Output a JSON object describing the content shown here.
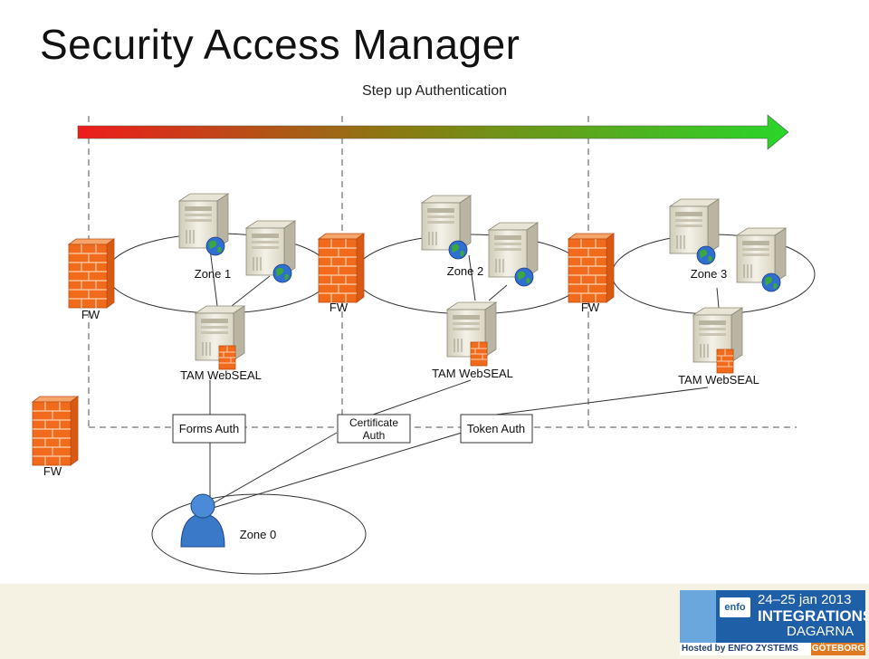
{
  "slide": {
    "title": "Security Access Manager"
  },
  "diagram": {
    "arrow_label": "Step up Authentication",
    "zones": [
      {
        "label": "Zone 1"
      },
      {
        "label": "Zone 2"
      },
      {
        "label": "Zone 3"
      },
      {
        "label": "Zone 0"
      }
    ],
    "firewall_label": "FW",
    "webseal_label": "TAM WebSEAL",
    "auth_boxes": {
      "forms": "Forms Auth",
      "certificate_line1": "Certificate",
      "certificate_line2": "Auth",
      "token": "Token Auth"
    },
    "colors": {
      "gradient_start": "#ee1c1c",
      "gradient_end": "#29d629",
      "firewall": "#f26b1d"
    }
  },
  "banner": {
    "date": "24–25 jan 2013",
    "title_line1": "INTEGRATIONS",
    "title_line2": "DAGARNA",
    "logo": "enfo",
    "hosted": "Hosted by ENFO ZYSTEMS",
    "city": "GÖTEBORG"
  }
}
